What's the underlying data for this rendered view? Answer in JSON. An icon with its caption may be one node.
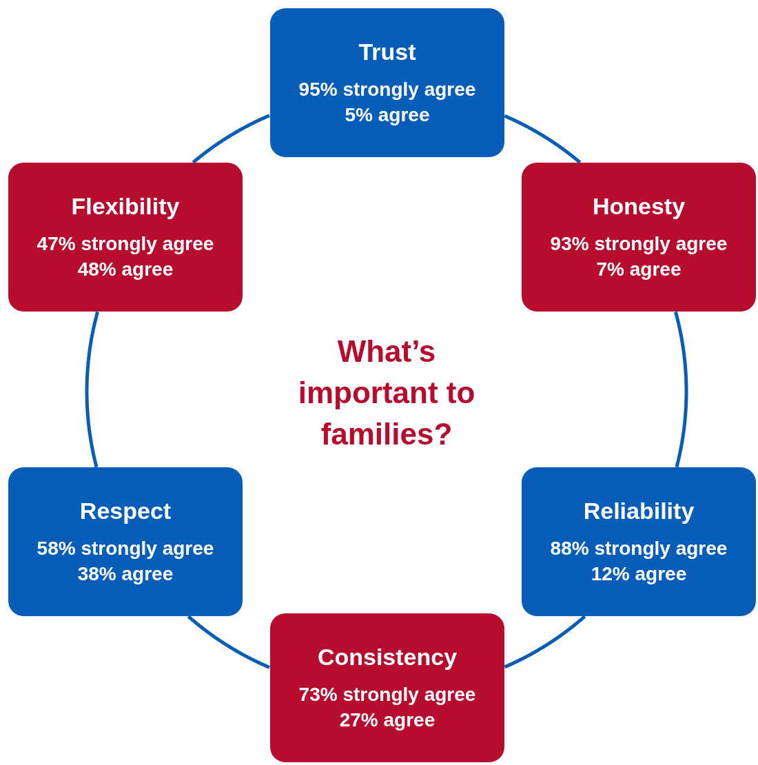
{
  "diagram": {
    "title": "What’s important to families?",
    "nodes": [
      {
        "text": [
          "Trust",
          "95% strongly agree",
          "5% agree"
        ]
      },
      {
        "text": [
          "Flexibility",
          "47% strongly agree",
          "48% agree"
        ]
      },
      {
        "text": [
          "Honesty",
          "93% strongly agree",
          "7% agree"
        ]
      },
      {
        "text": [
          "Respect",
          "58% strongly agree",
          "38% agree"
        ]
      },
      {
        "text": [
          "Reliability",
          "88% strongly agree",
          "12% agree"
        ]
      },
      {
        "text": [
          "Consistency",
          "73% strongly agree",
          "27% agree"
        ]
      }
    ],
    "edges": [
      {
        "from": 0,
        "to": 2,
        "arrow": "none"
      },
      {
        "from": 2,
        "to": 4,
        "arrow": "none"
      },
      {
        "from": 4,
        "to": 5,
        "arrow": "none"
      },
      {
        "from": 5,
        "to": 3,
        "arrow": "none"
      },
      {
        "from": 3,
        "to": 1,
        "arrow": "none"
      },
      {
        "from": 1,
        "to": 0,
        "arrow": "none"
      }
    ]
  }
}
